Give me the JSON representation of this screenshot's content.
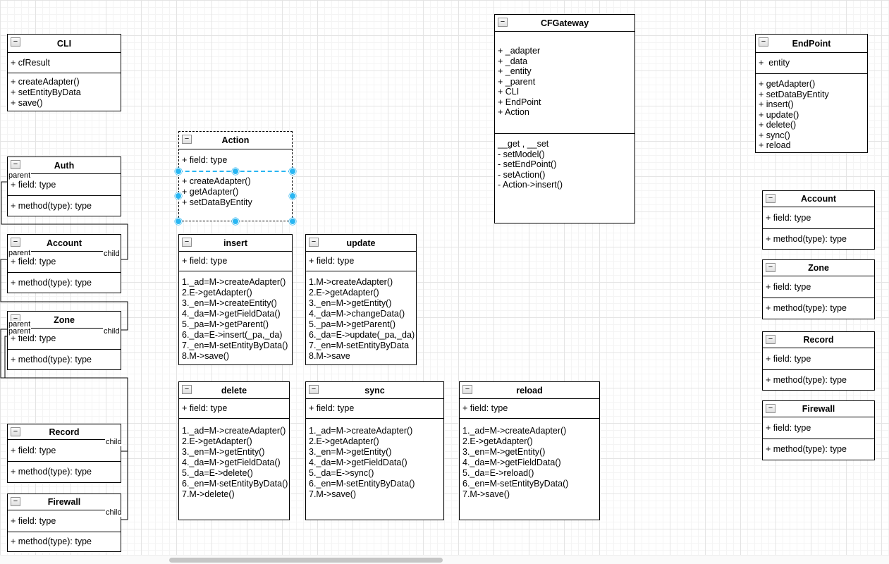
{
  "diagram": {
    "selection_color": "#29b6f2",
    "icons": {
      "collapse_minus": "−"
    },
    "classes": {
      "cli": {
        "title": "CLI",
        "fields": [
          "+ cfResult"
        ],
        "methods": [
          "+ createAdapter()",
          "+ setEntityByData",
          "+ save()"
        ]
      },
      "auth": {
        "title": "Auth",
        "fields": [
          "+ field: type"
        ],
        "methods": [
          "+ method(type): type"
        ]
      },
      "account_left": {
        "title": "Account",
        "fields": [
          "+ field: type"
        ],
        "methods": [
          "+ method(type): type"
        ]
      },
      "zone_left": {
        "title": "Zone",
        "fields": [
          "+ field: type"
        ],
        "methods": [
          "+ method(type): type"
        ]
      },
      "record_left": {
        "title": "Record",
        "fields": [
          "+ field: type"
        ],
        "methods": [
          "+ method(type): type"
        ]
      },
      "firewall_left": {
        "title": "Firewall",
        "fields": [
          "+ field: type"
        ],
        "methods": [
          "+ method(type): type"
        ]
      },
      "action": {
        "title": "Action",
        "fields": [
          "+ field: type"
        ],
        "methods": [
          "+ createAdapter()",
          "+ getAdapter()",
          "+ setDataByEntity"
        ]
      },
      "insert": {
        "title": "insert",
        "fields": [
          "+ field: type"
        ],
        "methods": [
          "1._ad=M->createAdapter()",
          "2.E->getAdapter()",
          "3._en=M->createEntity()",
          "4._da=M->getFieldData()",
          "5._pa=M->getParent()",
          "6._da=E->insert(_pa,_da)",
          "7._en=M-setEntityByData()",
          "8.M->save()"
        ]
      },
      "update": {
        "title": "update",
        "fields": [
          "+ field: type"
        ],
        "methods": [
          "1.M->createAdapter()",
          "2.E->getAdapter()",
          "3._en=M->getEntity()",
          "4._da=M->changeData()",
          "5._pa=M->getParent()",
          "6._da=E->update(_pa,_da)",
          "7._en=M-setEntityByData",
          "8.M->save"
        ]
      },
      "delete": {
        "title": "delete",
        "fields": [
          "+ field: type"
        ],
        "methods": [
          "1._ad=M->createAdapter()",
          "2.E->getAdapter()",
          "3._en=M->getEntity()",
          "4._da=M->getFieldData()",
          "5._da=E->delete()",
          "6._en=M-setEntityByData()",
          "7.M->delete()"
        ]
      },
      "sync": {
        "title": "sync",
        "fields": [
          "+ field: type"
        ],
        "methods": [
          "1._ad=M->createAdapter()",
          "2.E->getAdapter()",
          "3._en=M->getEntity()",
          "4._da=M->getFieldData()",
          "5._da=E->sync()",
          "6._en=M-setEntityByData()",
          "7.M->save()"
        ]
      },
      "reload": {
        "title": "reload",
        "fields": [
          "+ field: type"
        ],
        "methods": [
          "1._ad=M->createAdapter()",
          "2.E->getAdapter()",
          "3._en=M->getEntity()",
          "4._da=M->getFieldData()",
          "5._da=E->reload()",
          "6._en=M-setEntityByData()",
          "7.M->save()"
        ]
      },
      "cfgateway": {
        "title": "CFGateway",
        "fields": [
          "+ _adapter",
          "+ _data",
          "+ _entity",
          "+ _parent",
          "+ CLI",
          "+ EndPoint",
          "+ Action"
        ],
        "methods": [
          "__get , __set",
          "- setModel()",
          "- setEndPoint()",
          "- setAction()",
          "- Action->insert()"
        ]
      },
      "endpoint": {
        "title": "EndPoint",
        "fields": [
          "+  entity"
        ],
        "methods": [
          "+ getAdapter()",
          "+ setDataByEntity",
          "+ insert()",
          "+ update()",
          "+ delete()",
          "+ sync()",
          "+ reload"
        ]
      },
      "account_right": {
        "title": "Account",
        "fields": [
          "+ field: type"
        ],
        "methods": [
          "+ method(type): type"
        ]
      },
      "zone_right": {
        "title": "Zone",
        "fields": [
          "+ field: type"
        ],
        "methods": [
          "+ method(type): type"
        ]
      },
      "record_right": {
        "title": "Record",
        "fields": [
          "+ field: type"
        ],
        "methods": [
          "+ method(type): type"
        ]
      },
      "firewall_right": {
        "title": "Firewall",
        "fields": [
          "+ field: type"
        ],
        "methods": [
          "+ method(type): type"
        ]
      }
    },
    "edge_labels": [
      {
        "text": "parent"
      },
      {
        "text": "parent"
      },
      {
        "text": "child"
      },
      {
        "text": "parent"
      },
      {
        "text": "parent"
      },
      {
        "text": "child"
      },
      {
        "text": "child"
      },
      {
        "text": "child"
      }
    ]
  }
}
